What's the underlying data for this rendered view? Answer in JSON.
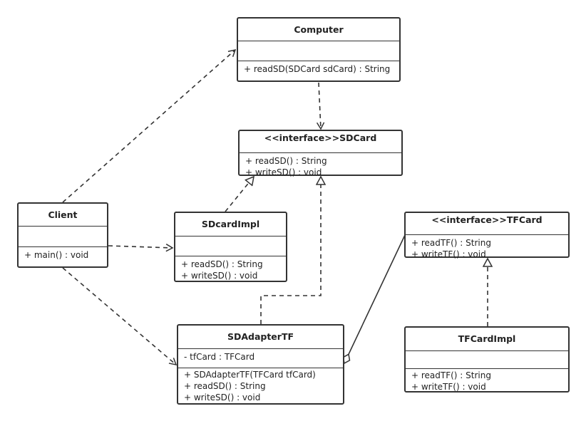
{
  "classes": {
    "computer": {
      "name": "Computer",
      "attributes": [],
      "methods": [
        "+ readSD(SDCard sdCard) : String"
      ]
    },
    "sdcard": {
      "name": "<<interface>>SDCard",
      "methods": [
        "+ readSD() : String",
        "+ writeSD() : void"
      ]
    },
    "client": {
      "name": "Client",
      "attributes": [],
      "methods": [
        "+ main() : void"
      ]
    },
    "sdcardimpl": {
      "name": "SDcardImpl",
      "attributes": [],
      "methods": [
        "+ readSD() : String",
        "+ writeSD() : void"
      ]
    },
    "tfcard": {
      "name": "<<interface>>TFCard",
      "methods": [
        "+ readTF() : String",
        "+ writeTF() : void"
      ]
    },
    "sdadaptertf": {
      "name": "SDAdapterTF",
      "attributes": [
        "- tfCard : TFCard"
      ],
      "methods": [
        "+ SDAdapterTF(TFCard tfCard)",
        "+ readSD() : String",
        "+ writeSD() : void"
      ]
    },
    "tfcardimpl": {
      "name": "TFCardImpl",
      "attributes": [],
      "methods": [
        "+ readTF() : String",
        "+ writeTF() : void"
      ]
    }
  },
  "relations": [
    {
      "from": "Client",
      "to": "Computer",
      "type": "dependency"
    },
    {
      "from": "Client",
      "to": "SDcardImpl",
      "type": "dependency"
    },
    {
      "from": "Client",
      "to": "SDAdapterTF",
      "type": "dependency"
    },
    {
      "from": "Computer",
      "to": "<<interface>>SDCard",
      "type": "dependency"
    },
    {
      "from": "SDcardImpl",
      "to": "<<interface>>SDCard",
      "type": "realization"
    },
    {
      "from": "SDAdapterTF",
      "to": "<<interface>>SDCard",
      "type": "realization"
    },
    {
      "from": "SDAdapterTF",
      "to": "<<interface>>TFCard",
      "type": "aggregation"
    },
    {
      "from": "TFCardImpl",
      "to": "<<interface>>TFCard",
      "type": "realization"
    }
  ],
  "colors": {
    "line": "#333333",
    "box_fill": "#ffffff",
    "text": "#222222"
  }
}
